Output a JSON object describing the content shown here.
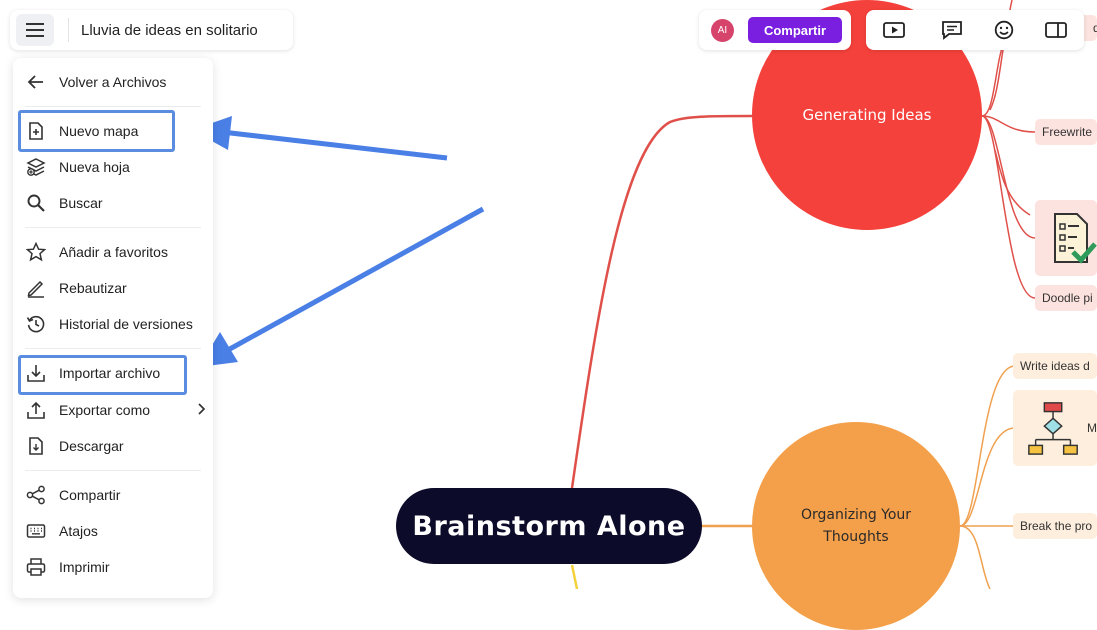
{
  "title_bar": {
    "document_title": "Lluvia de ideas en solitario"
  },
  "menu": {
    "items": [
      {
        "label": "Volver a Archivos",
        "icon": "arrow-left-icon"
      },
      {
        "label": "Nuevo mapa",
        "icon": "new-map-icon"
      },
      {
        "label": "Nueva hoja",
        "icon": "new-sheet-icon"
      },
      {
        "label": "Buscar",
        "icon": "search-icon"
      },
      {
        "label": "Añadir a favoritos",
        "icon": "star-icon"
      },
      {
        "label": "Rebautizar",
        "icon": "pencil-icon"
      },
      {
        "label": "Historial de versiones",
        "icon": "history-icon"
      },
      {
        "label": "Importar archivo",
        "icon": "import-icon"
      },
      {
        "label": "Exportar como",
        "icon": "export-icon"
      },
      {
        "label": "Descargar",
        "icon": "download-icon"
      },
      {
        "label": "Compartir",
        "icon": "share-icon"
      },
      {
        "label": "Atajos",
        "icon": "keyboard-icon"
      },
      {
        "label": "Imprimir",
        "icon": "printer-icon"
      }
    ]
  },
  "toolbar": {
    "avatar_initials": "AI",
    "share_label": "Compartir",
    "icons": [
      "presentation-icon",
      "comment-icon",
      "emoji-icon",
      "sidebar-icon"
    ]
  },
  "mindmap": {
    "central": "Brainstorm Alone",
    "branches": [
      {
        "label": "Generating Ideas",
        "color": "#f4413b"
      },
      {
        "label": "Organizing Your\nThoughts",
        "color": "#f4a04a"
      }
    ],
    "subnodes": [
      {
        "label": "d"
      },
      {
        "label": "Freewrite"
      },
      {
        "label": "Doodle pi"
      },
      {
        "label": "Write ideas d"
      },
      {
        "label": "M"
      },
      {
        "label": "Break the pro"
      }
    ]
  },
  "colors": {
    "accent_purple": "#7a1fe0",
    "highlight_blue": "#5a8de0",
    "central_node": "#0c0c2a"
  }
}
